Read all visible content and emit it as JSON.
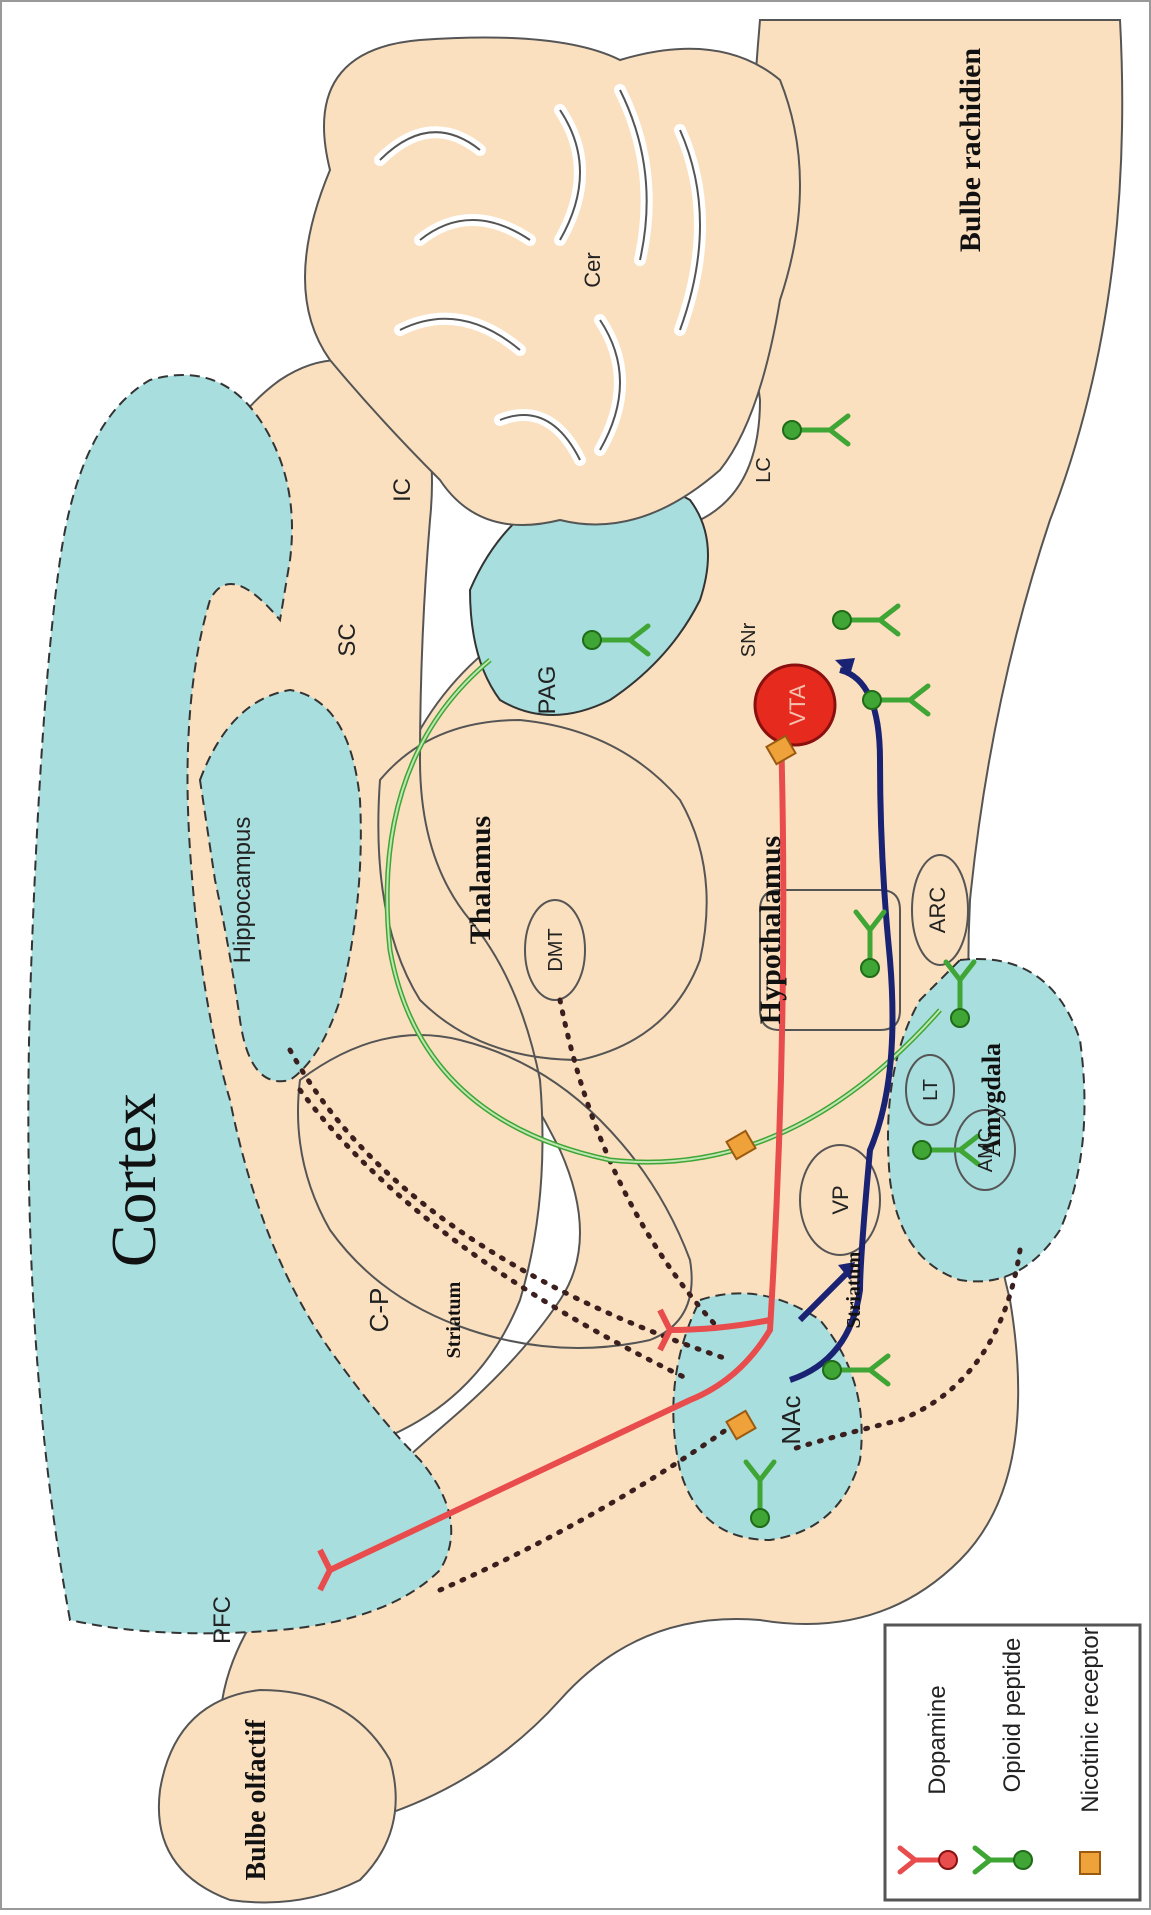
{
  "labels": {
    "cortex": "Cortex",
    "bulbe_rachidien": "Bulbe rachidien",
    "bulbe_olfactif": "Bulbe olfactif",
    "thalamus": "Thalamus",
    "hypothalamus": "Hypothalamus",
    "hippocampus": "Hippocampus",
    "amygdala": "Amygdala",
    "striatum_upper": "Striatum",
    "striatum_lower": "Striatum",
    "cer": "Cer",
    "ic": "IC",
    "sc": "SC",
    "lc": "LC",
    "pag": "PAG",
    "snr": "SNr",
    "vta": "VTA",
    "arc": "ARC",
    "dmt": "DMT",
    "lt": "LT",
    "amc": "AMC",
    "vp": "VP",
    "nac": "NAc",
    "cp": "C-P",
    "pfc": "PFC"
  },
  "legend": {
    "items": [
      {
        "label": "Dopamine",
        "color": "#e84c4c",
        "icon": "dopamine-receptor-icon"
      },
      {
        "label": "Opioid peptide",
        "color": "#3fa535",
        "icon": "opioid-receptor-icon"
      },
      {
        "label": "Nicotinic receptor",
        "color": "#f0a23a",
        "icon": "nicotinic-receptor-icon"
      }
    ]
  },
  "colors": {
    "tissue": "#fbe0bf",
    "limbic": "#a9dede",
    "outline": "#555555",
    "dopamine": "#e84c4c",
    "opioid": "#3fa535",
    "pathway_blue": "#1a2373",
    "nicotinic": "#f0a23a",
    "vta_fill": "#e62b1e"
  }
}
